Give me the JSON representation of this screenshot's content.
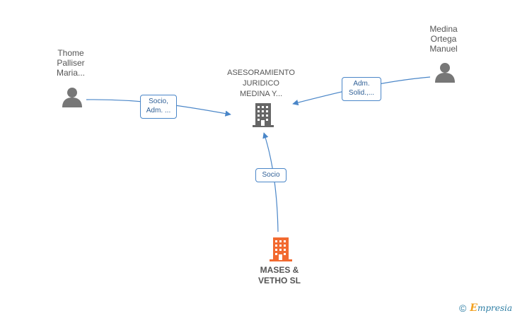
{
  "nodes": {
    "company_top": {
      "label": "ASESORAMIENTO\nJURIDICO\nMEDINA Y..."
    },
    "person_left": {
      "label": "Thome\nPalliser\nMaria..."
    },
    "person_right": {
      "label": "Medina\nOrtega\nManuel"
    },
    "company_main": {
      "label": "MASES &\nVETHO SL"
    }
  },
  "edges": {
    "left": {
      "label": "Socio,\nAdm. ..."
    },
    "right": {
      "label": "Adm.\nSolid.,..."
    },
    "bottom": {
      "label": "Socio"
    }
  },
  "footer": {
    "copyright": "©",
    "brand_first": "E",
    "brand_rest": "mpresia"
  },
  "colors": {
    "edge": "#4a86c8",
    "company_icon": "#666666",
    "main_company_icon": "#f26a30",
    "person_icon": "#777777"
  }
}
